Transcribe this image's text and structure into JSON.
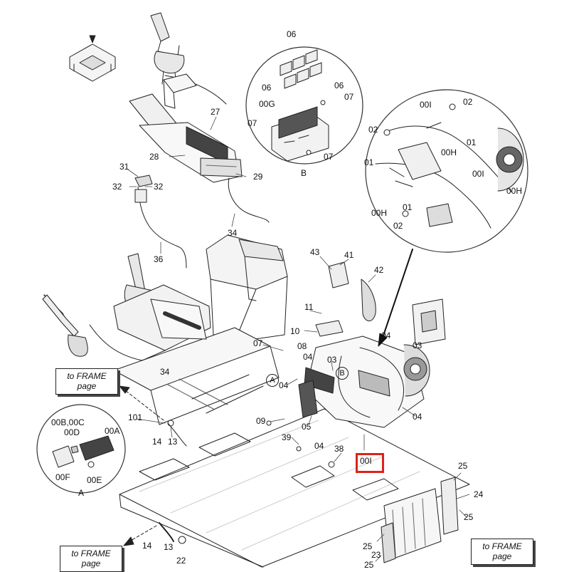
{
  "frame_links": [
    {
      "line1": "to FRAME",
      "line2": "page"
    },
    {
      "line1": "to FRAME",
      "line2": "page"
    },
    {
      "line1": "to FRAME",
      "line2": "page"
    }
  ],
  "detail_b": {
    "letter": "B",
    "labels": [
      "06",
      "06",
      "06",
      "07",
      "00G",
      "07",
      "07"
    ]
  },
  "detail_a": {
    "letter": "A",
    "labels": [
      "00B,00C",
      "00D",
      "00A",
      "00F",
      "00E"
    ]
  },
  "detail_c": {
    "labels": [
      "00I",
      "02",
      "02",
      "01",
      "00H",
      "01",
      "00I",
      "00H",
      "00H",
      "01",
      "02"
    ]
  },
  "callouts": {
    "c27": "27",
    "c28": "28",
    "c29": "29",
    "c31": "31",
    "c32a": "32",
    "c32b": "32",
    "c34a": "34",
    "c34b": "34",
    "c36": "36",
    "c43": "43",
    "c41": "41",
    "c42": "42",
    "c11": "11",
    "c10": "10",
    "c07": "07",
    "c08": "08",
    "c04a": "04",
    "c04b": "04",
    "c04c": "04",
    "c04d": "04",
    "c04e": "04",
    "c03a": "03",
    "c03b": "03",
    "c09": "09",
    "c05": "05",
    "c39": "39",
    "c38": "38",
    "c00i": "00I",
    "c101": "101",
    "c14a": "14",
    "c13a": "13",
    "c14b": "14",
    "c13b": "13",
    "c22": "22",
    "c25a": "25",
    "c25b": "25",
    "c25c": "25",
    "c25d": "25",
    "c24": "24",
    "c23": "23",
    "cA": "A",
    "cB": "B"
  }
}
